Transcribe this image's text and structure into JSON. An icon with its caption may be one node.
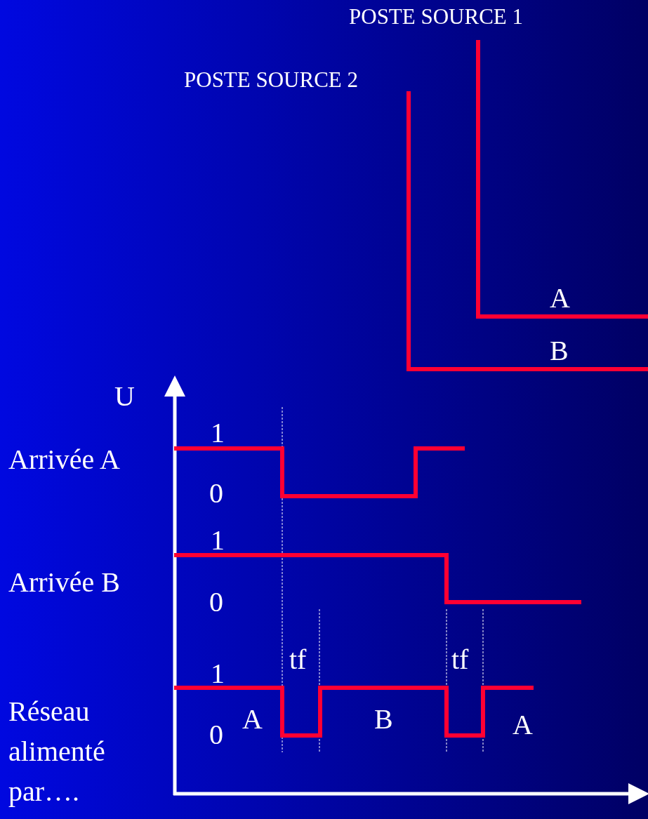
{
  "diagram": {
    "labels": [
      "POSTE SOURCE 1",
      "POSTE SOURCE 2",
      "A",
      "B",
      "U",
      "1",
      "Arrivée A",
      "0",
      "1",
      "Arrivée B",
      "0",
      "tf",
      "tf",
      "1",
      "Réseau alimenté par….",
      "A",
      "0",
      "B",
      "A"
    ]
  }
}
